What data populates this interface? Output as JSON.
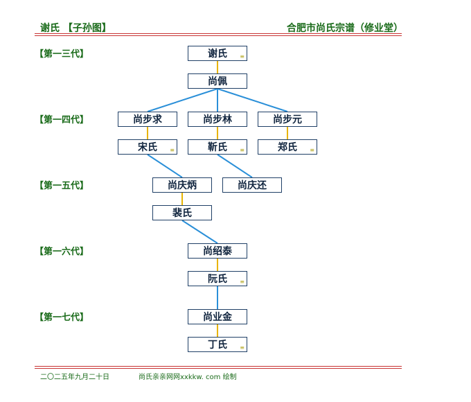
{
  "header": {
    "left": "谢氏 【子孙图】",
    "right": "合肥市尚氏宗谱（修业堂）"
  },
  "generations": [
    "【第一三代】",
    "【第一四代】",
    "【第一五代】",
    "【第一六代】",
    "【第一七代】"
  ],
  "people": {
    "xieshi": "谢氏",
    "shangpei": "尚佩",
    "shangbuqiu": "尚步求",
    "shangbulin": "尚步林",
    "shangbuyuan": "尚步元",
    "songshi": "宋氏",
    "jinshi": "靳氏",
    "zhengshi": "郑氏",
    "shangqingbing": "尚庆炳",
    "shangqinghuan": "尚庆还",
    "peishi": "裴氏",
    "shangshaotai": "尚绍泰",
    "ruanshi": "阮氏",
    "shangyejin": "尚业金",
    "dingshi": "丁氏"
  },
  "spouse_mark": "≡",
  "footer": {
    "date": "二〇二五年九月二十日",
    "credit": "尚氏亲亲网网xxkkw. com 绘制"
  },
  "colors": {
    "line_blue": "#2a8fd8",
    "line_gold": "#e8b400",
    "box_border": "#1f3f66",
    "header_green": "#1a6b1a",
    "rule_red": "#c83232"
  }
}
